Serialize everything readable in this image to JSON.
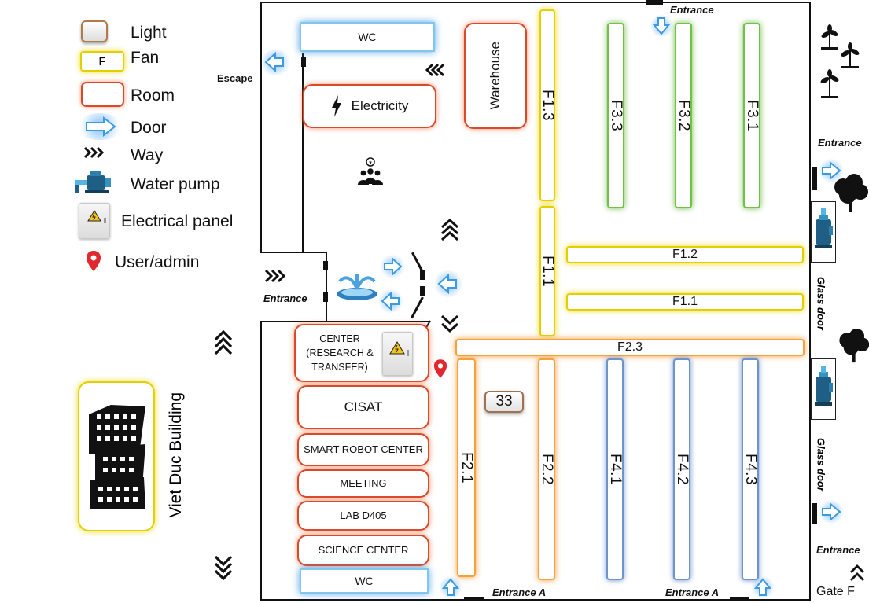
{
  "legend": {
    "light": "Light",
    "fan": "Fan",
    "fan_glyph": "F",
    "room": "Room",
    "door": "Door",
    "way": "Way",
    "water_pump": "Water pump",
    "electrical_panel": "Electrical panel",
    "user_admin": "User/admin"
  },
  "rooms": {
    "wc_top": "WC",
    "electricity": "Electricity",
    "warehouse": "Warehouse",
    "center": "CENTER (RESEARCH & TRANSFER)",
    "cisat": "CISAT",
    "smart_robot": "SMART ROBOT CENTER",
    "meeting": "MEETING",
    "lab": "LAB D405",
    "science": "SCIENCE CENTER",
    "wc_bottom": "WC"
  },
  "fans": {
    "f1_3": "F1.3",
    "f1_1_vertical": "F1.1",
    "f1_2": "F1.2",
    "f1_1": "F1.1",
    "f3_3": "F3.3",
    "f3_2": "F3.2",
    "f3_1": "F3.1",
    "f2_3": "F2.3",
    "f2_1": "F2.1",
    "f2_2": "F2.2",
    "f4_1": "F4.1",
    "f4_2": "F4.2",
    "f4_3": "F4.3"
  },
  "light_label": "33",
  "labels": {
    "escape": "Escape",
    "entrance_top": "Entrance",
    "entrance_right_top": "Entrance",
    "entrance_left": "Entrance",
    "entrance_right_bottom": "Entrance",
    "entrance_a_left": "Entrance A",
    "entrance_a_right": "Entrance A",
    "glass_door_1": "Glass door",
    "glass_door_2": "Glass door",
    "gate_f": "Gate F",
    "building": "Viet Duc Building"
  },
  "colors": {
    "room_border": "#d84a2a",
    "wc_border": "#7fc7ee",
    "fan_yellow": "#e4d000",
    "fan_green": "#73c049",
    "fan_orange": "#f3a33a",
    "fan_blue": "#6f94c9",
    "door_blue": "#3b9ae1",
    "pin_red": "#e0282e"
  },
  "icons": {
    "door": "door-arrow-icon",
    "way": "chevron-way-icon",
    "water_pump": "water-pump-icon",
    "electrical_panel": "electrical-panel-icon",
    "user_admin": "location-pin-icon",
    "tree": "tree-icon",
    "plants": "plant-icon",
    "fountain": "fountain-icon",
    "people": "people-group-icon",
    "building": "building-icon",
    "lightning": "lightning-icon"
  }
}
